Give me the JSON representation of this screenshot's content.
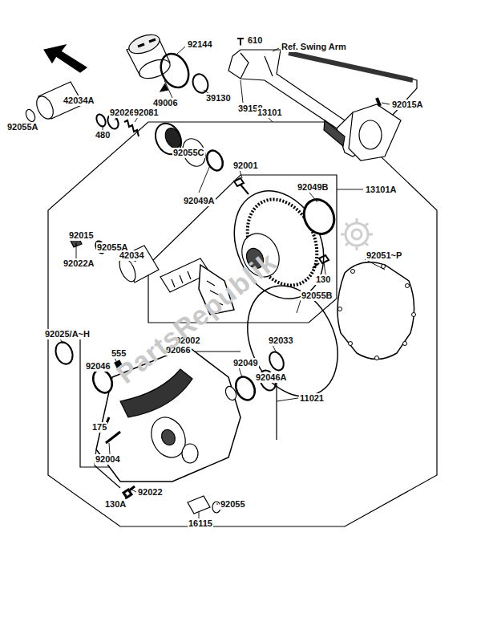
{
  "diagram": {
    "labels": [
      "92144",
      "610",
      "Ref. Swing Arm",
      "49006",
      "39130",
      "39158",
      "92015A",
      "42034A",
      "92026",
      "92055A",
      "480",
      "92081",
      "13101",
      "92055C",
      "92001",
      "92049B",
      "13101A",
      "92049A",
      "92015",
      "92055A",
      "42034",
      "92022A",
      "130",
      "92051~P",
      "92055B",
      "92025/A~H",
      "92002",
      "92066",
      "92033",
      "555",
      "92046",
      "92049",
      "92046A",
      "11021",
      "175",
      "92004",
      "92022",
      "130A",
      "92055",
      "16115",
      "PartsRepublik"
    ]
  }
}
